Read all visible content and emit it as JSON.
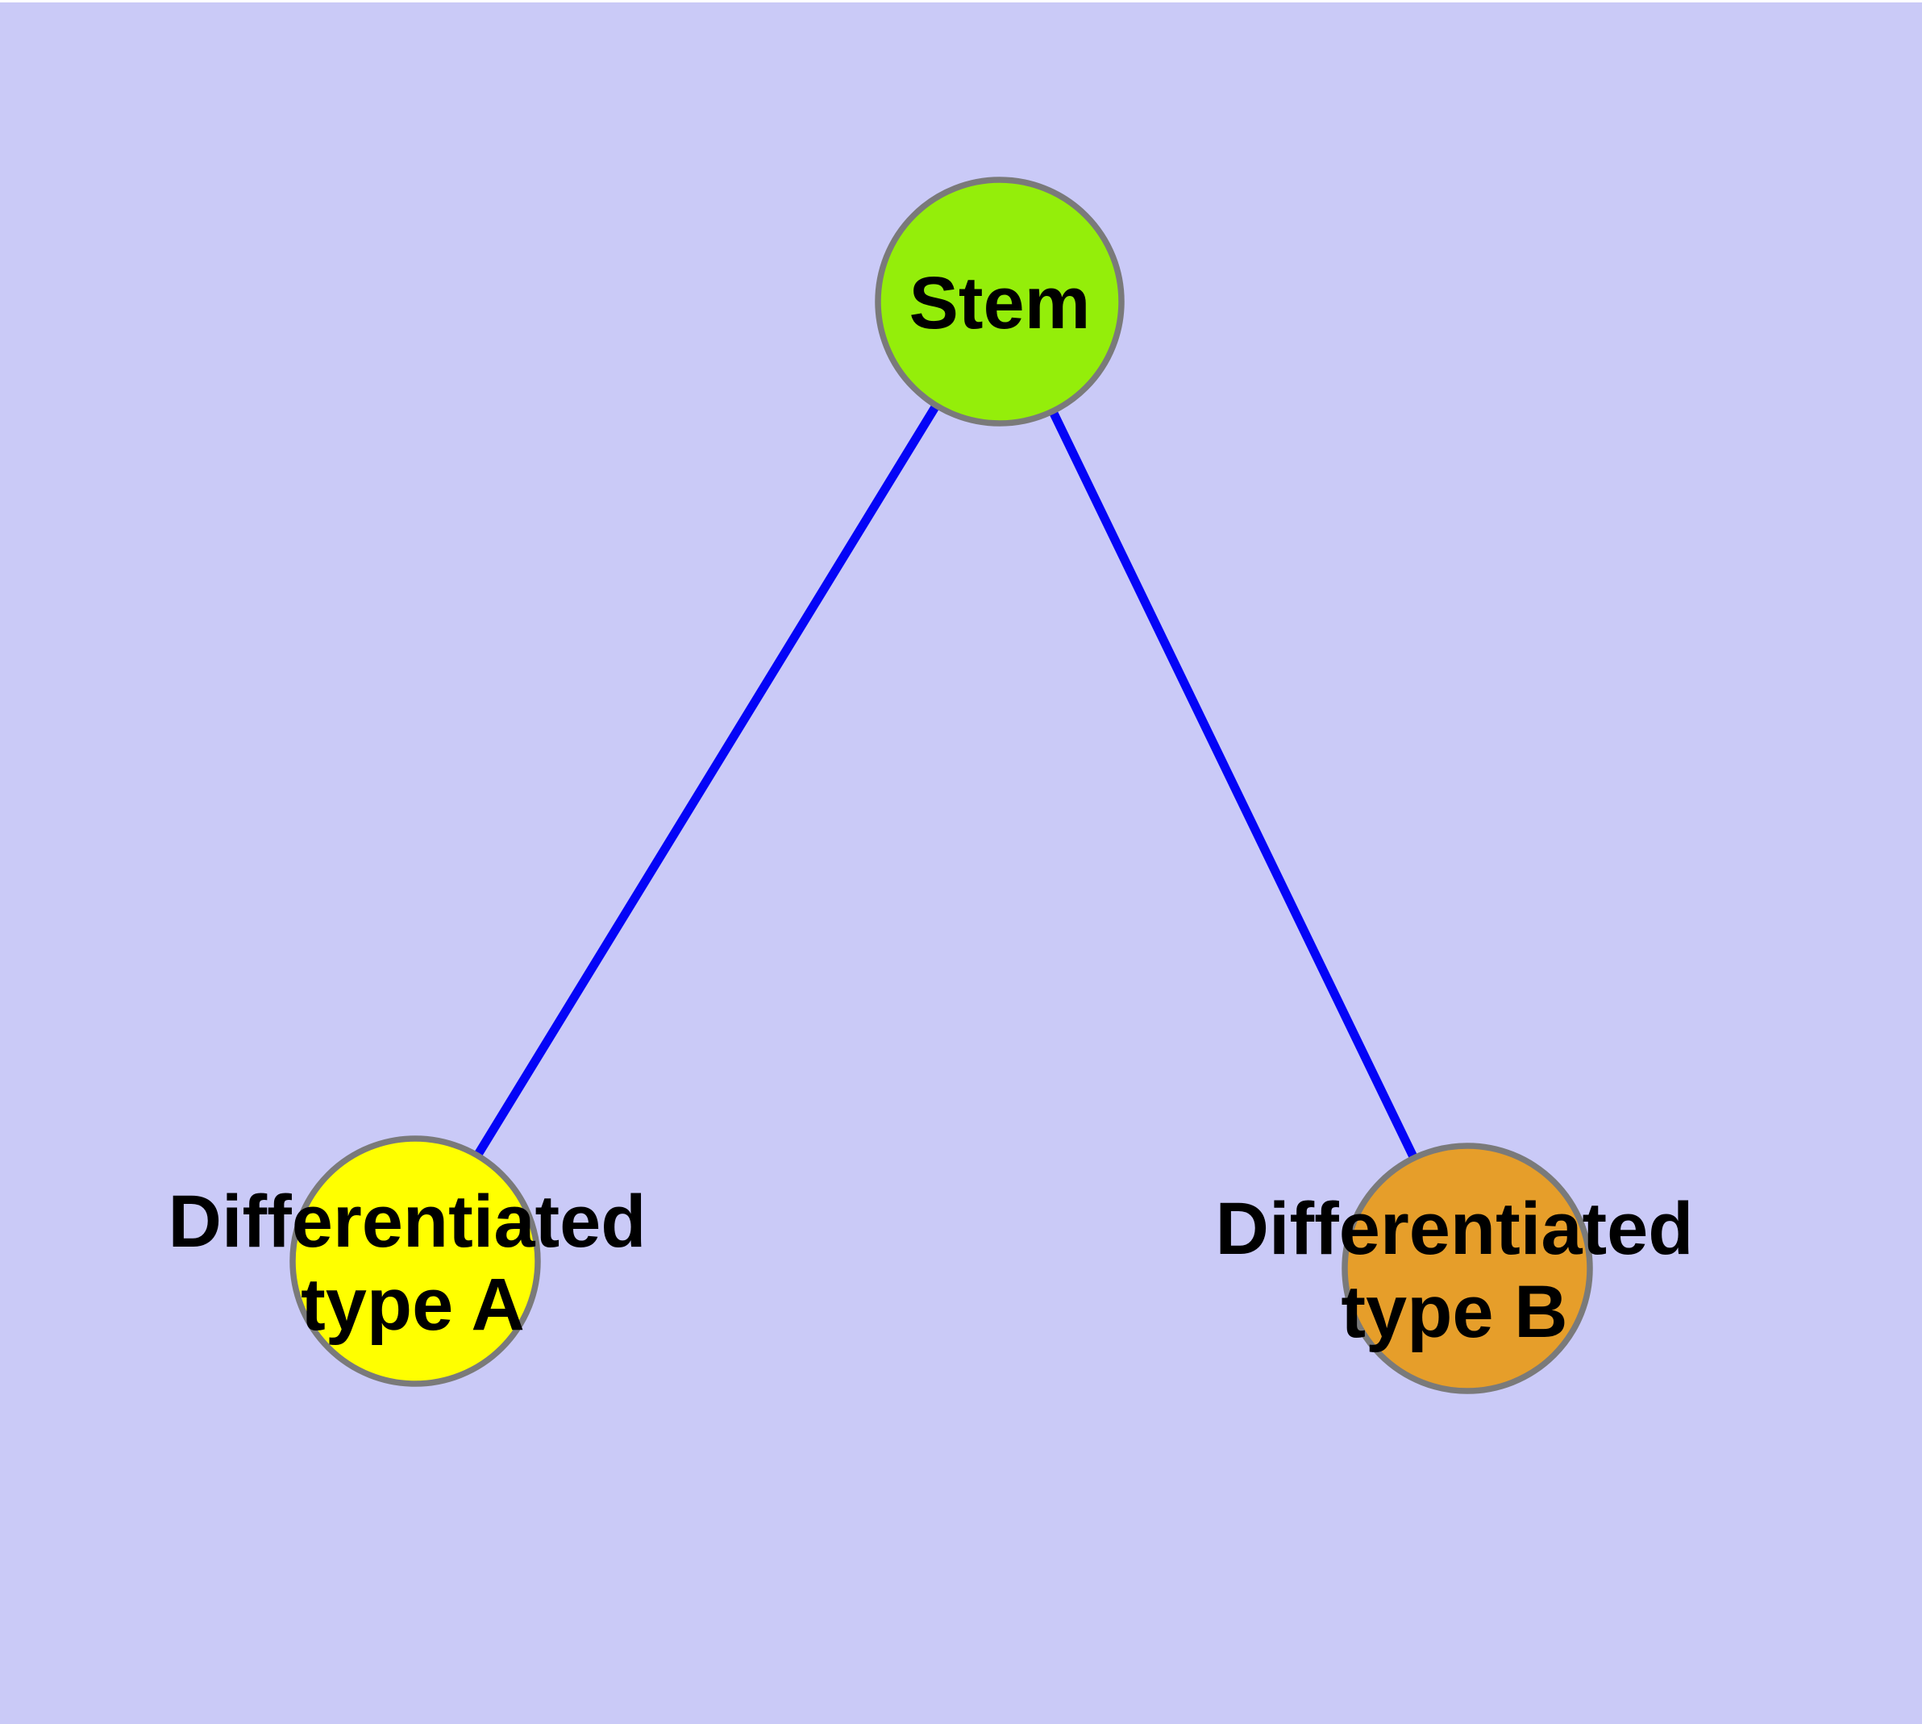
{
  "diagram": {
    "colors": {
      "background": "#CACAF7",
      "window_edge": "#FFFFFF",
      "edge": "#0404F7",
      "node_border": "#7A7A7A",
      "label_text": "#000000"
    },
    "nodes": {
      "stem": {
        "label": "Stem",
        "fill": "#94EE0A"
      },
      "type_a": {
        "label_line1": "Differentiated",
        "label_line2": "type A",
        "fill": "#FFFF00"
      },
      "type_b": {
        "label_line1": "Differentiated",
        "label_line2": "type B",
        "fill": "#E69E2A"
      }
    },
    "edges": [
      {
        "from": "Stem",
        "to": "Differentiated type A"
      },
      {
        "from": "Stem",
        "to": "Differentiated type B"
      }
    ]
  }
}
